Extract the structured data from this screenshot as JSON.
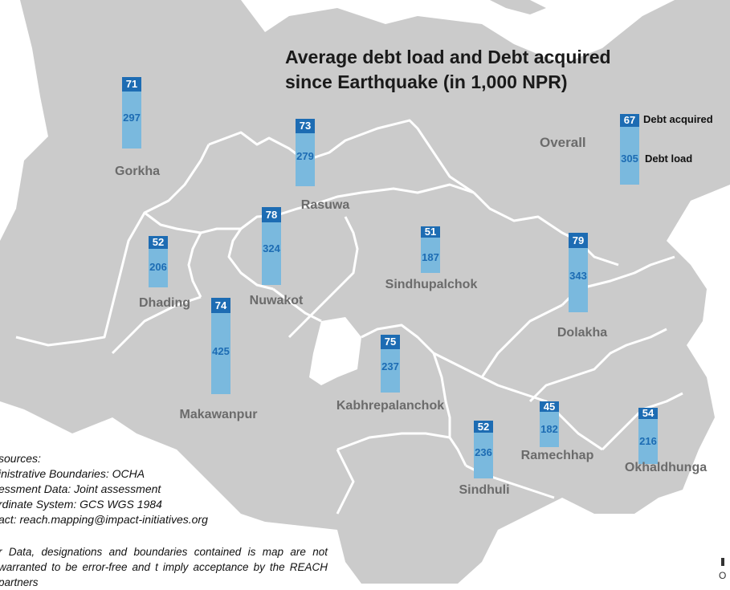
{
  "map": {
    "title_line1": "Average debt load and Debt acquired",
    "title_line2": "since Earthquake (in 1,000 NPR)",
    "colors": {
      "land": "#cbcbcb",
      "boundary": "#ffffff",
      "debt_acquired": "#1d6cb3",
      "debt_load": "#7ab9de",
      "district_label": "#6b6b6b"
    },
    "legend": {
      "acquired_label": "Debt acquired",
      "load_label": "Debt load"
    },
    "overall": {
      "label": "Overall",
      "debt_acquired": "67",
      "debt_load": "305"
    },
    "districts": [
      {
        "name": "Gorkha",
        "debt_acquired": "71",
        "debt_load": "297"
      },
      {
        "name": "Rasuwa",
        "debt_acquired": "73",
        "debt_load": "279"
      },
      {
        "name": "Dhading",
        "debt_acquired": "52",
        "debt_load": "206"
      },
      {
        "name": "Nuwakot",
        "debt_acquired": "78",
        "debt_load": "324"
      },
      {
        "name": "Sindhupalchok",
        "debt_acquired": "51",
        "debt_load": "187"
      },
      {
        "name": "Dolakha",
        "debt_acquired": "79",
        "debt_load": "343"
      },
      {
        "name": "Makawanpur",
        "debt_acquired": "74",
        "debt_load": "425"
      },
      {
        "name": "Kabhrepalanchok",
        "debt_acquired": "75",
        "debt_load": "237"
      },
      {
        "name": "Ramechhap",
        "debt_acquired": "45",
        "debt_load": "182"
      },
      {
        "name": "Sindhuli",
        "debt_acquired": "52",
        "debt_load": "236"
      },
      {
        "name": "Okhaldhunga",
        "debt_acquired": "54",
        "debt_load": "216"
      }
    ],
    "sources": {
      "heading": "sources:",
      "line1": "inistrative Boundaries: OCHA",
      "line2": "essment Data: Joint assessment",
      "line3": "rdinate System: GCS WGS 1984",
      "line4": "act: reach.mapping@impact-initiatives.org"
    },
    "disclaimer": "r Data, designations and boundaries contained is map are not warranted to be error-free and t imply acceptance by the REACH partners",
    "edge_glyph": "O"
  }
}
